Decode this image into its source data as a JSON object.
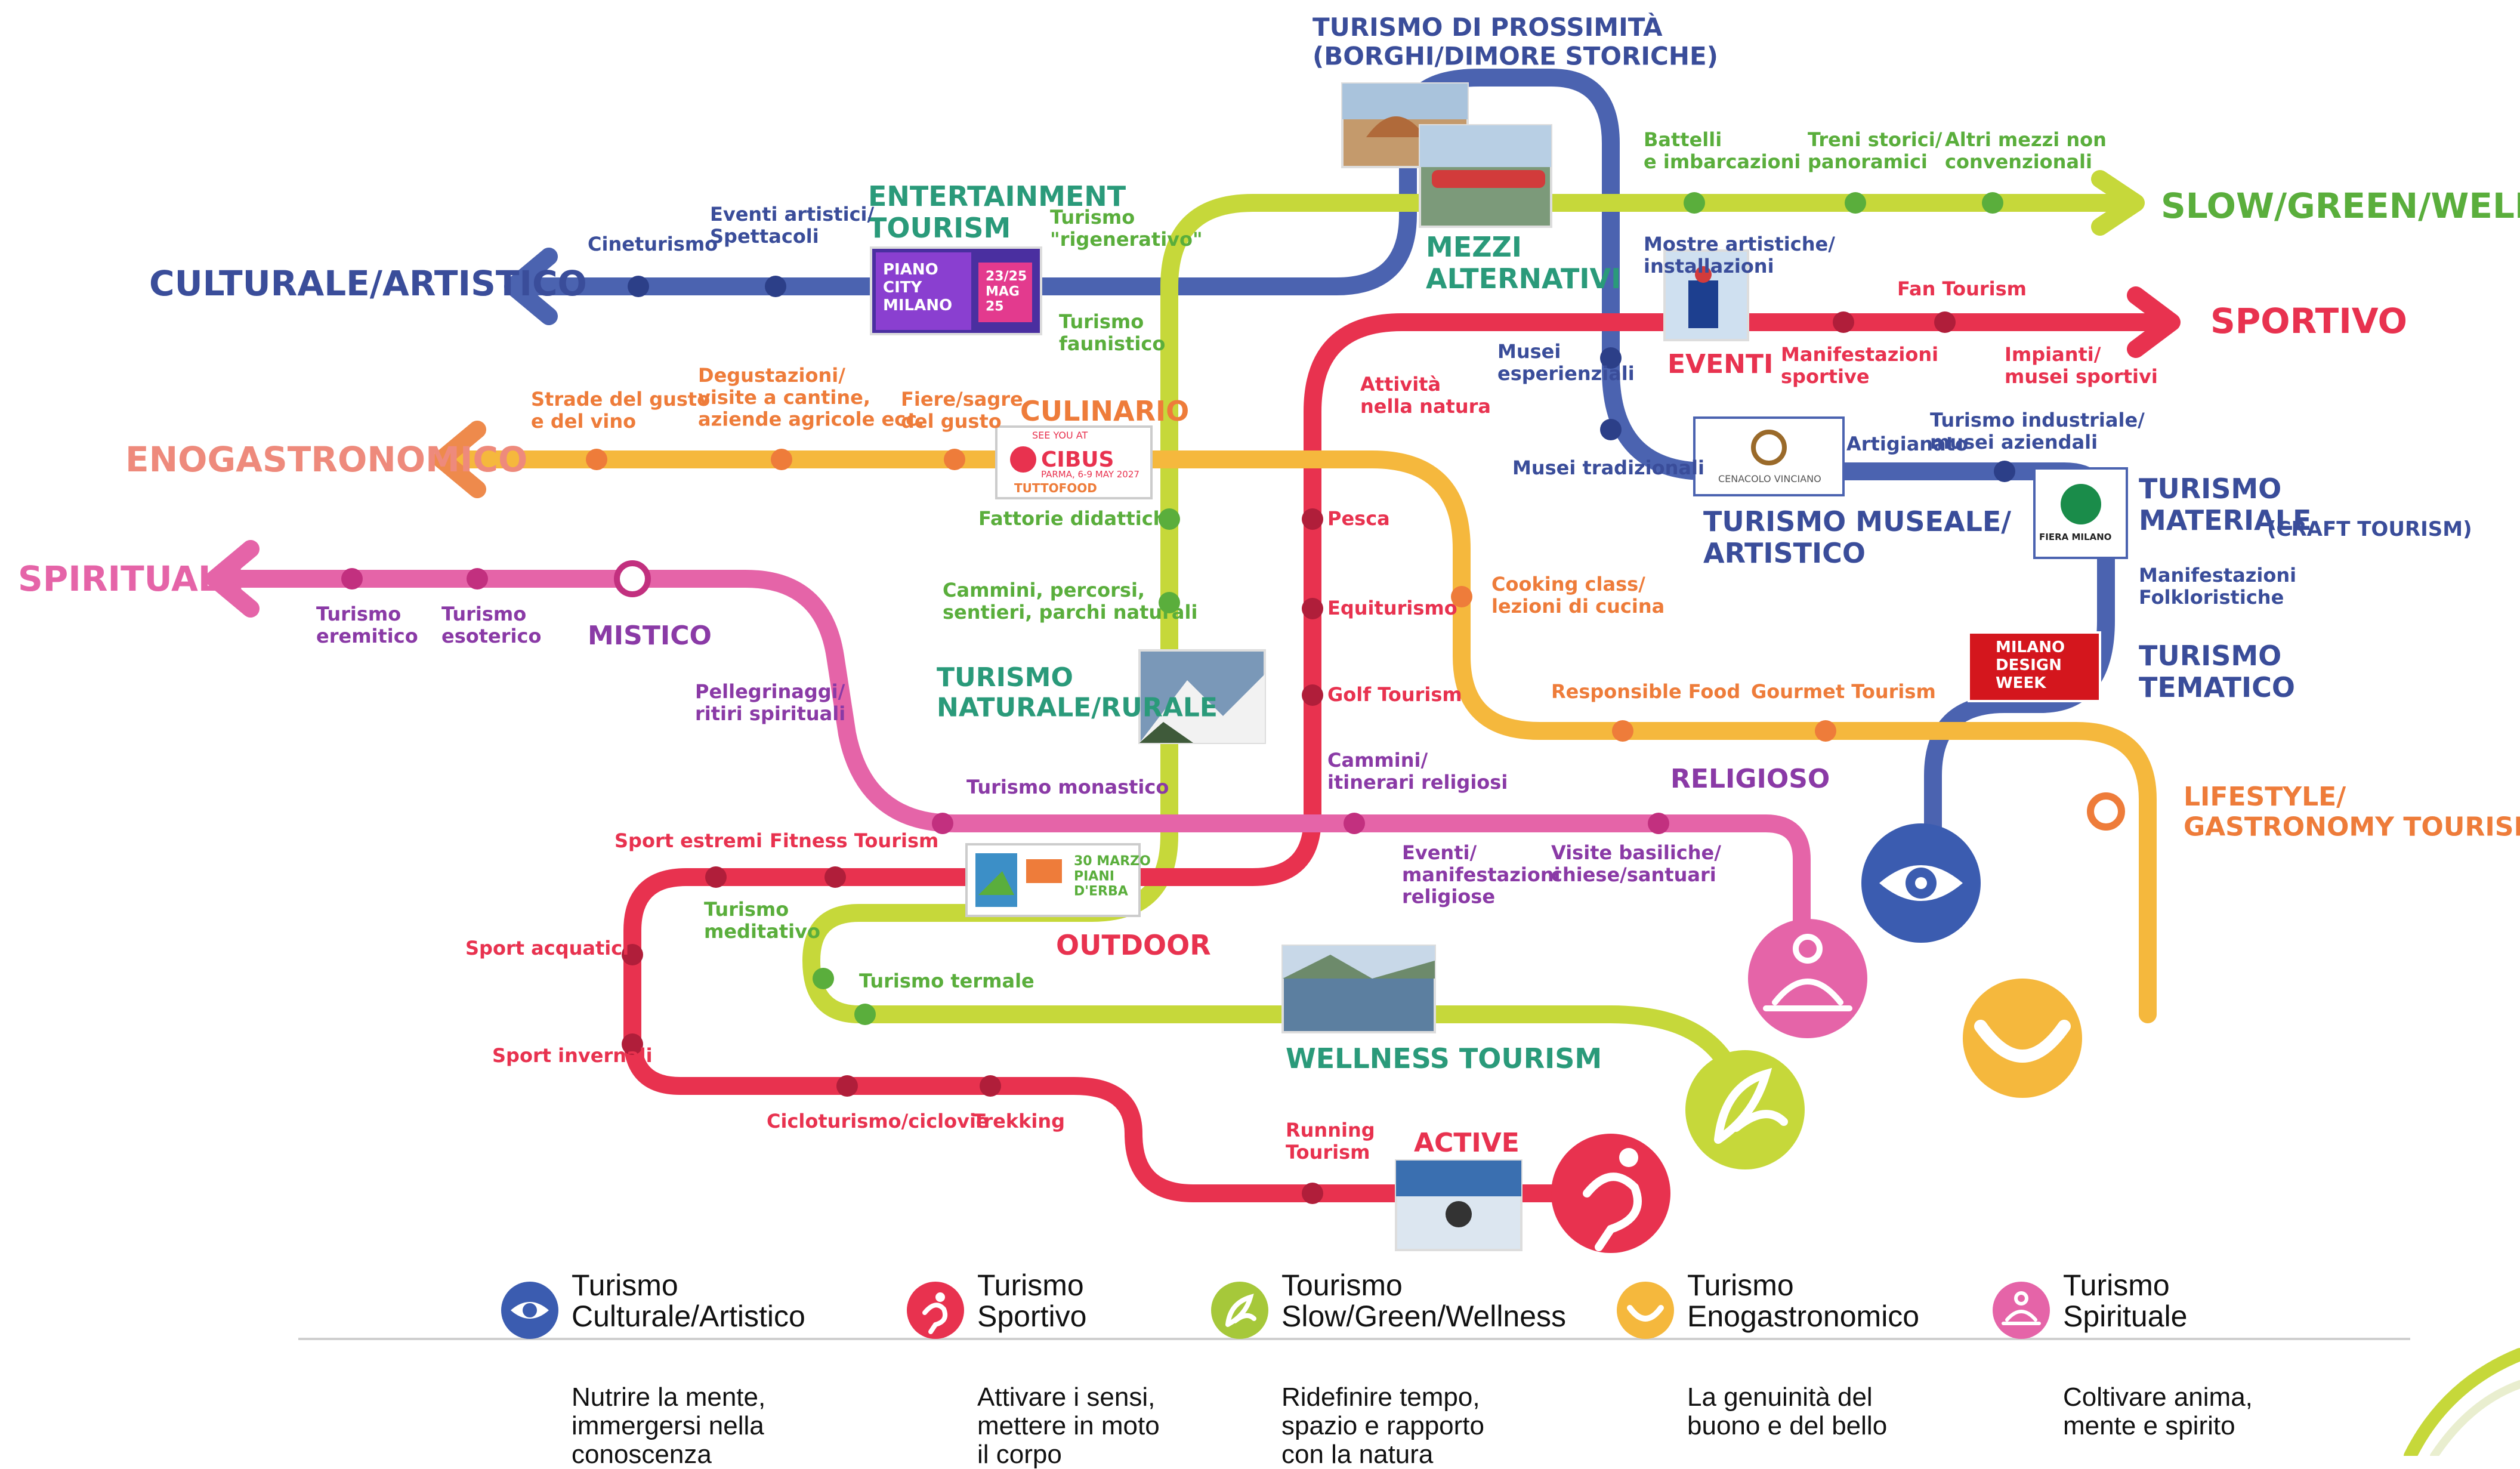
{
  "colors": {
    "culturale": "#4b63b0",
    "sportivo": "#e8324f",
    "green": "#c6d83a",
    "eno": "#f5b83d",
    "spirituale": "#e564a8",
    "orange": "#ee7c3a",
    "darkgreen": "#5aae3c",
    "purple": "#8a3aa6"
  },
  "lines": {
    "culturale": {
      "end_label": "CULTURALE/ARTISTICO",
      "stops": [
        "Cineturismo",
        "Eventi artistici/\nSpettacoli"
      ]
    },
    "green": {
      "end_label": "SLOW/GREEN/WELLNESS",
      "stops": [
        "Battelli\ne imbarcazioni",
        "Treni storici/\npanoramici",
        "Altri mezzi non\nconvenzionali"
      ]
    },
    "sportivo": {
      "end_label": "SPORTIVO",
      "stops": [
        "Fan Tourism",
        "Manifestazioni\nsportive",
        "Impianti/\nmusei sportivi"
      ]
    },
    "eno": {
      "end_label": "ENOGASTRONOMICO",
      "stops": [
        "Strade del gusto\ne del vino",
        "Degustazioni/\nvisite a cantine,\naziende agricole ecc.",
        "Fiere/sagre\ndel gusto"
      ]
    },
    "spirituale": {
      "end_label": "SPIRITUALE",
      "stops": [
        "Turismo\neremitico",
        "Turismo\nesoterico"
      ]
    }
  },
  "hubs": {
    "entertainment": "ENTERTAINMENT\nTOURISM",
    "prossimita": "TURISMO DI PROSSIMITÀ\n(BORGHI/DIMORE STORICHE)",
    "mezzi": "MEZZI\nALTERNATIVI",
    "eventi": "EVENTI",
    "culinario": "CULINARIO",
    "museale": "TURISMO MUSEALE/\nARTISTICO",
    "materiale_main": "TURISMO\nMATERIALE",
    "materiale_sub": "(CRAFT TOURISM)",
    "tematico": "TURISMO\nTEMATICO",
    "mistico": "MISTICO",
    "naturale": "TURISMO\nNATURALE/RURALE",
    "religioso": "RELIGIOSO",
    "lifestyle": "LIFESTYLE/\nGASTRONOMY TOURISM",
    "outdoor": "OUTDOOR",
    "wellness": "WELLNESS TOURISM",
    "active": "ACTIVE"
  },
  "stops": {
    "rigenerativo": "Turismo\n\"rigenerativo\"",
    "faunistico": "Turismo\nfaunistico",
    "fattorie": "Fattorie didattiche",
    "cammini_percorsi": "Cammini, percorsi,\nsentieri, parchi naturali",
    "mostre": "Mostre artistiche/\ninstallazioni",
    "musei_esp": "Musei\nesperienziali",
    "musei_trad": "Musei tradizionali",
    "artigianato": "Artigianato",
    "industriale": "Turismo industriale/\nmusei aziendali",
    "folkloristiche": "Manifestazioni\nFolkloristiche",
    "attivita_natura": "Attività\nnella natura",
    "pesca": "Pesca",
    "equiturismo": "Equiturismo",
    "golf": "Golf Tourism",
    "cammini_religiosi": "Cammini/\nitinerari religiosi",
    "cooking": "Cooking class/\nlezioni di cucina",
    "responsible": "Responsible Food",
    "gourmet": "Gourmet Tourism",
    "pellegrinaggi": "Pellegrinaggi/\nritiri spirituali",
    "monastico": "Turismo monastico",
    "eventi_rel": "Eventi/\nmanifestazioni\nreligiose",
    "basiliche": "Visite basiliche/\nchiese/santuari",
    "sport_estremi": "Sport estremi",
    "fitness": "Fitness Tourism",
    "meditativo": "Turismo\nmeditativo",
    "acquatici": "Sport acquatici",
    "invernali": "Sport invernali",
    "termale": "Turismo termale",
    "ciclo": "Cicloturismo/ciclovie",
    "trekking": "Trekking",
    "running": "Running\nTourism"
  },
  "images": {
    "piano_city": "PIANO\nCITY\nMILANO",
    "piano_date": "23/25\nMAG\n25",
    "cibus_head": "SEE YOU AT",
    "cibus_name": "CIBUS",
    "cibus_sub": "PARMA, 6-9 MAY 2027",
    "tutto_food": "TUTTOFOOD",
    "cenacolo": "CENACOLO VINCIANO",
    "fiera": "FIERA MILANO",
    "design_week": "MILANO\nDESIGN\nWEEK",
    "piani_erba": "30 MARZO\nPIANI\nD'ERBA"
  },
  "legend": [
    {
      "title": "Turismo\nCulturale/Artistico",
      "desc": "Nutrire la mente,\nimmergersi nella\nconoscenza",
      "icon": "eye-icon",
      "color": "#3b5cb0"
    },
    {
      "title": "Turismo\nSportivo",
      "desc": "Attivare i sensi,\nmettere in moto\nil corpo",
      "icon": "runner-icon",
      "color": "#e8324f"
    },
    {
      "title": "Tourismo\nSlow/Green/Wellness",
      "desc": "Ridefinire tempo,\nspazio e rapporto\ncon la natura",
      "icon": "leaf-icon",
      "color": "#a6c83a"
    },
    {
      "title": "Turismo\nEnogastronomico",
      "desc": "La genuinità del\nbuono e del bello",
      "icon": "smile-icon",
      "color": "#f5b83d"
    },
    {
      "title": "Turismo\nSpirituale",
      "desc": "Coltivare anima,\nmente e spirito",
      "icon": "lotus-icon",
      "color": "#e564a8"
    }
  ]
}
